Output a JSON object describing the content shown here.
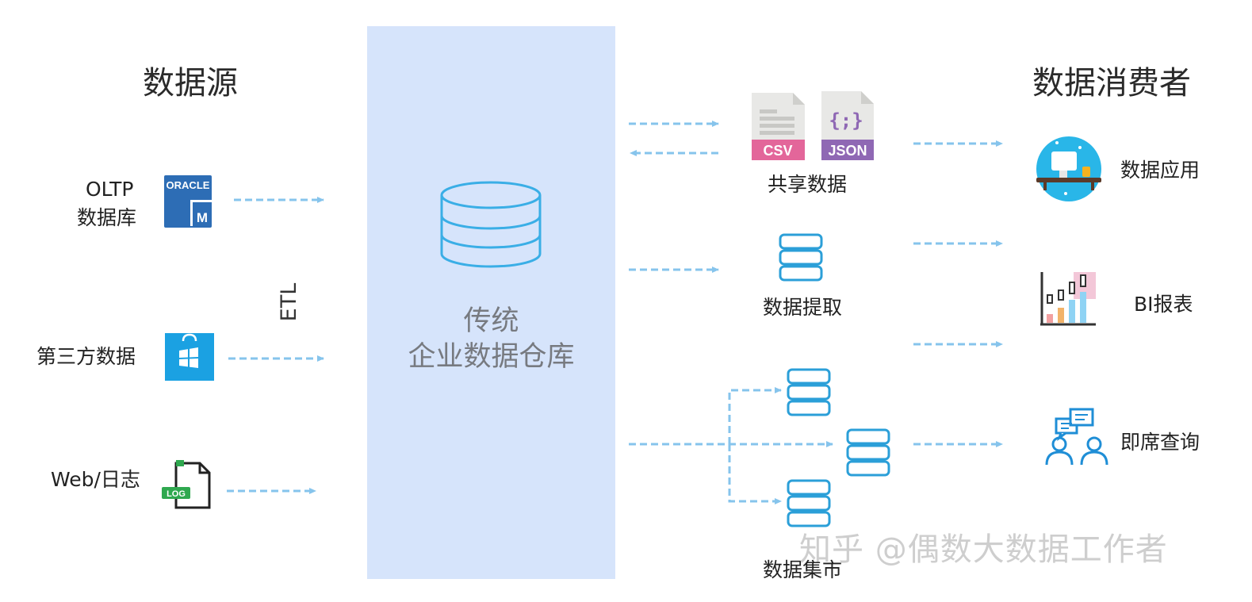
{
  "headings": {
    "sources": "数据源",
    "consumers": "数据消费者"
  },
  "sources": {
    "oltp_line1": "OLTP",
    "oltp_line2": "数据库",
    "third_party": "第三方数据",
    "web_log": "Web/日志"
  },
  "etl_label": "ETL",
  "warehouse": {
    "line1": "传统",
    "line2": "企业数据仓库"
  },
  "middle": {
    "shared_data": "共享数据",
    "extraction": "数据提取",
    "data_mart": "数据集市"
  },
  "consumers": {
    "app": "数据应用",
    "bi": "BI报表",
    "adhoc": "即席查询"
  },
  "icon_text": {
    "oracle": "ORACLE",
    "oracle_m": "M",
    "log": "LOG",
    "csv": "CSV",
    "json": "JSON",
    "json_symbol": "{;}"
  },
  "watermark": "知乎 @偶数大数据工作者",
  "colors": {
    "warehouse_bg": "#d6e4fb",
    "arrow": "#86c4ec",
    "db_stroke": "#2b9fd8",
    "oracle_blue": "#2d6db5",
    "store_blue": "#1ba1e2",
    "csv_pink": "#e3669a",
    "json_purple": "#8f68b4",
    "log_green": "#2fa84f"
  }
}
